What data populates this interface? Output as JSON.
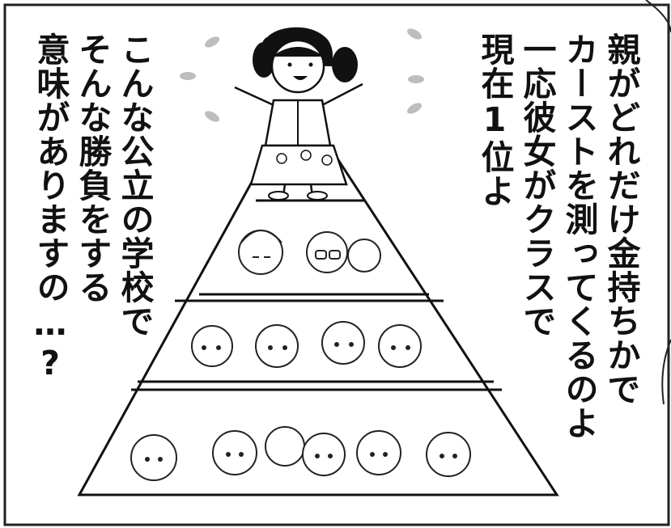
{
  "speech_right": {
    "lines": [
      "親がどれだけ金持ちかで",
      "カーストを測ってくるのよ",
      "一応彼女がクラスで",
      "現在1位よ"
    ]
  },
  "speech_left": {
    "lines": [
      "こんな公立の学校で",
      "そんな勝負をする",
      "意味がありますの…?"
    ]
  }
}
